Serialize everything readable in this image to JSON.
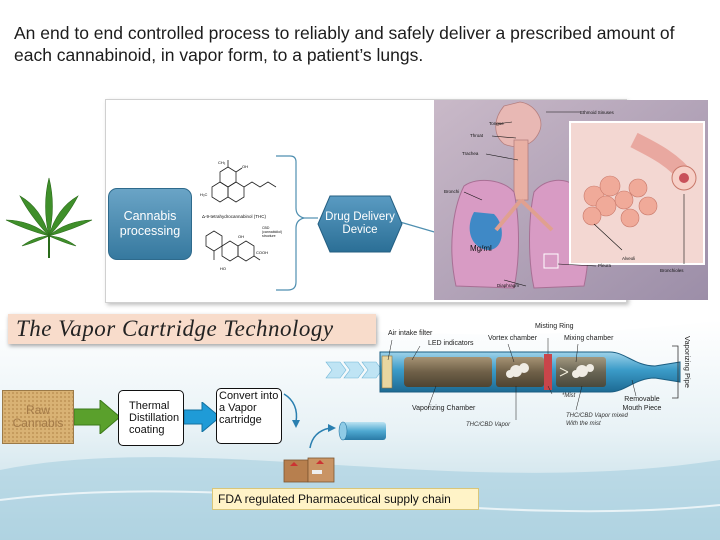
{
  "title": "An end to end controlled process to reliably and safely deliver a prescribed amount of  each cannabinoid, in vapor form, to a patient’s lungs.",
  "top_panel": {
    "cannabis_box": "Cannabis processing",
    "thc_label": "Δ-9-tetrahydrocannabinol (THC)",
    "cbd_label": "CBD (cannabidiol) structure",
    "drug_box": "Drug Delivery Device",
    "mgml": "Mg/ml",
    "anatomy": {
      "ethmoid": "Ethmoid Sinuses",
      "tongue": "Tongue",
      "throat": "Throat",
      "trachea": "Trachea",
      "bronchi": "Bronchi",
      "alveoli": "Alveoli",
      "pleura": "Pleura",
      "bronchioles": "Bronchioles",
      "diaphragm": "Diaphragm"
    }
  },
  "banner": "The Vapor Cartridge Technology",
  "process": {
    "raw": "Raw Cannabis",
    "thermal": "Thermal Distillation coating",
    "convert": "Convert into a Vapor cartridge",
    "fda": "FDA regulated Pharmaceutical supply chain"
  },
  "device_labels": {
    "air_intake": "Air intake filter",
    "led": "LED indicators",
    "vortex": "Vortex chamber",
    "misting_ring": "Misting Ring",
    "mixing": "Mixing chamber",
    "vaporizing_chamber": "Vaporizing Chamber",
    "thc_vapor": "THC/CBD Vapor",
    "mist": "*Mist",
    "mixed": "THC/CBD Vapor mixed With the mist",
    "removable": "Removable Mouth Piece",
    "side": "Vaporizing Pipe"
  },
  "colors": {
    "teal": "#2e7fa3",
    "banner": "#f8dccb",
    "fda": "#fff3c7",
    "raw": "#d9b274",
    "green_arrow": "#5aa02c",
    "blue_arrow": "#1f9bd7"
  }
}
